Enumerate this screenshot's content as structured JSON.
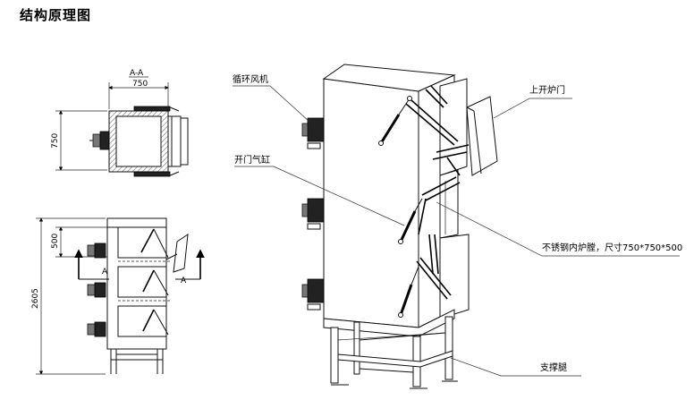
{
  "title": "结构原理图",
  "labels": {
    "fan": "循环风机",
    "door": "上开炉门",
    "cylinder": "开门气缸",
    "chamber": "不锈钢内炉膛，尺寸750*750*500",
    "legs": "支撑腿"
  },
  "dimensions": {
    "section": "A-A",
    "top_width": "750",
    "top_depth": "750",
    "chamber_height": "500",
    "total_height": "2605",
    "section_mark_left": "A",
    "section_mark_right": "A"
  }
}
